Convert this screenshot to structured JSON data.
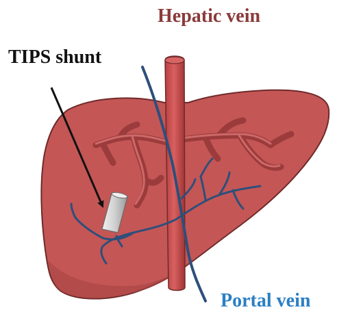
{
  "labels": {
    "hepatic_vein": "Hepatic vein",
    "tips_shunt": "TIPS shunt",
    "portal_vein": "Portal vein"
  },
  "colors": {
    "liver_fill": "#c45656",
    "liver_outline": "#6e2a2a",
    "hepatic_vein_fill": "#c94c4c",
    "portal_vein": "#2e4f7a",
    "shunt": "#d9d9d9",
    "hepatic_label": "#8a3a3a",
    "portal_label": "#2a7fc4",
    "tips_label": "#111111"
  },
  "icons": {
    "liver": "liver-illustration",
    "shunt": "stent-icon",
    "arrow": "arrow-icon"
  }
}
